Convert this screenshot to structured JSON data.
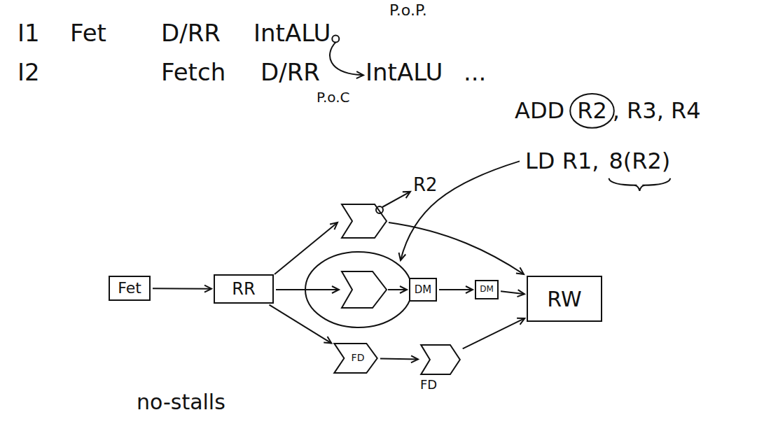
{
  "diagram": {
    "nodes": [
      {
        "text": [
          "Fet"
        ]
      },
      {
        "text": [
          "RR"
        ]
      },
      {
        "text": [
          "DM"
        ]
      },
      {
        "text": [
          "DM"
        ]
      },
      {
        "text": [
          "RW"
        ]
      },
      {
        "text": [
          "FD"
        ]
      },
      {
        "text": [
          "FD"
        ]
      }
    ],
    "edges": [
      {
        "from": 0,
        "to": 1,
        "arrow": "to"
      },
      {
        "from": 1,
        "to": 5,
        "arrow": "to"
      },
      {
        "from": 5,
        "to": 6,
        "arrow": "to"
      },
      {
        "from": 6,
        "to": 4,
        "arrow": "to"
      },
      {
        "from": 2,
        "to": 3,
        "arrow": "to"
      },
      {
        "from": 3,
        "to": 4,
        "arrow": "to"
      }
    ],
    "labels": [
      "I1",
      "Fet",
      "D/RR",
      "IntALU",
      "P.o.P.",
      "I2",
      "Fetch",
      "D/RR",
      "IntALU",
      "...",
      "P.o.C",
      "ADD",
      "R2",
      ", R3, R4",
      "LD R1,",
      "8(R2)",
      "R2",
      "no-stalls"
    ]
  }
}
